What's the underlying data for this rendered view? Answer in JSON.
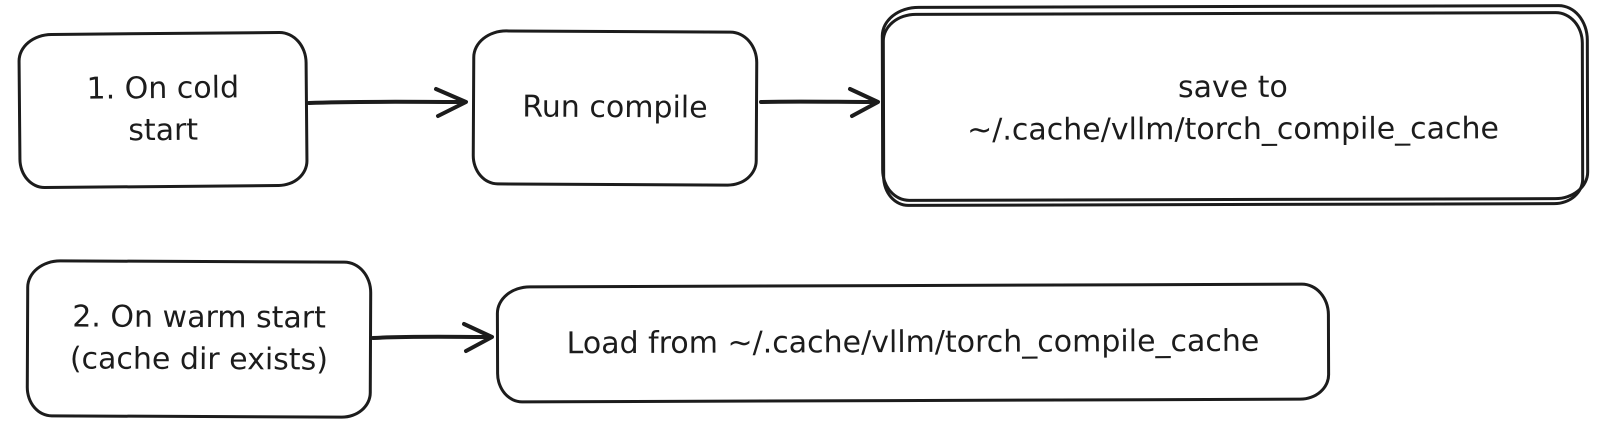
{
  "diagram": {
    "colors": {
      "stroke": "#1c1c1c",
      "background": "#ffffff"
    },
    "nodes": {
      "cold_start": {
        "line1": "1. On cold",
        "line2": "start"
      },
      "run_compile": {
        "line1": "Run compile"
      },
      "save_cache": {
        "line1": "save to",
        "line2": "~/.cache/vllm/torch_compile_cache"
      },
      "warm_start": {
        "line1": "2. On warm start",
        "line2": "(cache dir exists)"
      },
      "load_cache": {
        "line1": "Load from ~/.cache/vllm/torch_compile_cache"
      }
    },
    "edges": [
      {
        "from": "cold_start",
        "to": "run_compile"
      },
      {
        "from": "run_compile",
        "to": "save_cache"
      },
      {
        "from": "warm_start",
        "to": "load_cache"
      }
    ]
  }
}
